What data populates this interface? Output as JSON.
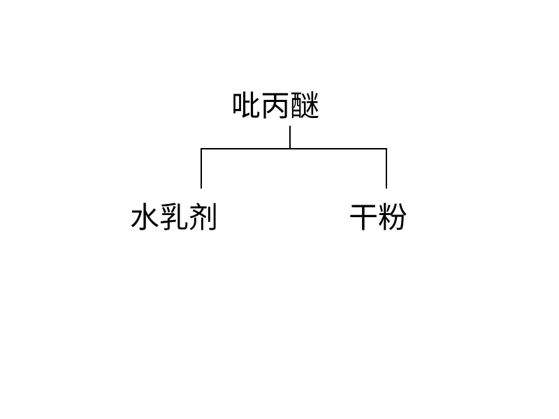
{
  "root": {
    "label": "吡丙醚"
  },
  "children": [
    {
      "label": "水乳剂"
    },
    {
      "label": "干粉"
    }
  ]
}
